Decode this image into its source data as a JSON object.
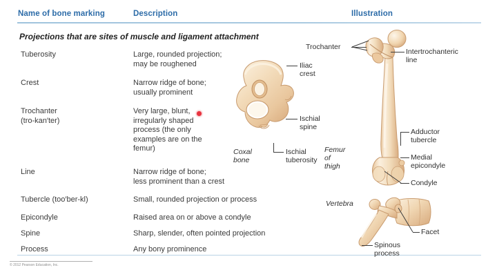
{
  "table": {
    "headers": {
      "name": "Name of bone marking",
      "description": "Description",
      "illustration": "Illustration"
    },
    "subheading": "Projections that are sites of muscle and ligament attachment",
    "rows": [
      {
        "term": "Tuberosity",
        "description": "Large, rounded projection;\nmay be roughened"
      },
      {
        "term": "Crest",
        "description": "Narrow ridge of bone;\nusually prominent"
      },
      {
        "term": "Trochanter\n(tro-kan′ter)",
        "description": "Very large, blunt,\nirregularly shaped\nprocess (the only\nexamples are on the\nfemur)"
      },
      {
        "term": "Line",
        "description": "Narrow ridge of bone;\nless prominent than a crest"
      },
      {
        "term": "Tubercle (too′ber-kl)",
        "description": "Small, rounded projection or process"
      },
      {
        "term": "Epicondyle",
        "description": "Raised area on or above a condyle"
      },
      {
        "term": "Spine",
        "description": "Sharp, slender, often pointed projection"
      },
      {
        "term": "Process",
        "description": "Any bony prominence"
      }
    ]
  },
  "illustration": {
    "coxal": {
      "name": "Coxal\nbone",
      "labels": {
        "iliac_crest": "Iliac\ncrest",
        "ischial_spine": "Ischial\nspine",
        "ischial_tuberosity": "Ischial\ntuberosity"
      }
    },
    "femur": {
      "name": "Femur\nof\nthigh",
      "labels": {
        "trochanter": "Trochanter",
        "intertrochanteric_line": "Intertrochanteric\nline",
        "adductor_tubercle": "Adductor\ntubercle",
        "medial_epicondyle": "Medial\nepicondyle",
        "condyle": "Condyle"
      }
    },
    "vertebra": {
      "name": "Vertebra",
      "labels": {
        "facet": "Facet",
        "spinous_process": "Spinous\nprocess"
      }
    }
  },
  "footer": {
    "copyright": "© 2012 Pearson Education, Inc."
  },
  "colors": {
    "header_blue": "#2d6ca8",
    "rule_blue": "#a8c9e0",
    "body_text": "#3a3a3a",
    "bone_light": "#f6e0c4",
    "bone_mid": "#ecc79b",
    "bone_shadow": "#d8a877",
    "cursor_red": "#e8333f"
  }
}
